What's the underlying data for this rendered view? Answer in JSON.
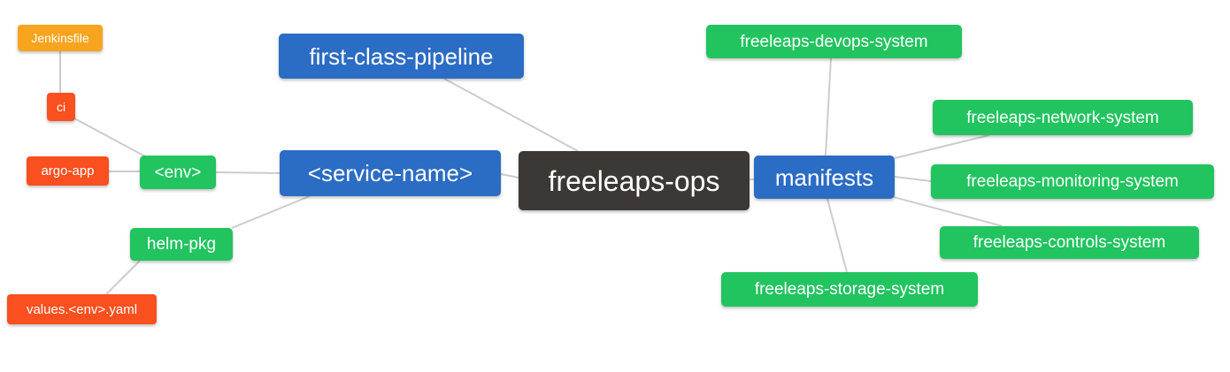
{
  "palette": {
    "blue": "#2B6CC4",
    "green": "#21C45F",
    "orange": "#F7A41E",
    "red": "#FA4F1E",
    "dark": "#3B3835",
    "edge": "#CCCCCC",
    "text": "#FFFFFF"
  },
  "nodes": {
    "jenkinsfile": {
      "label": "Jenkinsfile",
      "color": "orange"
    },
    "ci": {
      "label": "ci",
      "color": "red"
    },
    "argo_app": {
      "label": "argo-app",
      "color": "red"
    },
    "env": {
      "label": "<env>",
      "color": "green"
    },
    "helm_pkg": {
      "label": "helm-pkg",
      "color": "green"
    },
    "values_env_yaml": {
      "label": "values.<env>.yaml",
      "color": "red"
    },
    "first_class_pipeline": {
      "label": "first-class-pipeline",
      "color": "blue"
    },
    "service_name": {
      "label": "<service-name>",
      "color": "blue"
    },
    "freeleaps_ops": {
      "label": "freeleaps-ops",
      "color": "dark"
    },
    "manifests": {
      "label": "manifests",
      "color": "blue"
    },
    "devops_system": {
      "label": "freeleaps-devops-system",
      "color": "green"
    },
    "network_system": {
      "label": "freeleaps-network-system",
      "color": "green"
    },
    "monitoring_system": {
      "label": "freeleaps-monitoring-system",
      "color": "green"
    },
    "controls_system": {
      "label": "freeleaps-controls-system",
      "color": "green"
    },
    "storage_system": {
      "label": "freeleaps-storage-system",
      "color": "green"
    }
  },
  "edges": [
    [
      "jenkinsfile",
      "ci"
    ],
    [
      "ci",
      "env"
    ],
    [
      "argo_app",
      "env"
    ],
    [
      "env",
      "service_name"
    ],
    [
      "service_name",
      "helm_pkg"
    ],
    [
      "helm_pkg",
      "values_env_yaml"
    ],
    [
      "service_name",
      "freeleaps_ops"
    ],
    [
      "first_class_pipeline",
      "freeleaps_ops"
    ],
    [
      "freeleaps_ops",
      "manifests"
    ],
    [
      "manifests",
      "devops_system"
    ],
    [
      "manifests",
      "network_system"
    ],
    [
      "manifests",
      "monitoring_system"
    ],
    [
      "manifests",
      "controls_system"
    ],
    [
      "manifests",
      "storage_system"
    ]
  ]
}
